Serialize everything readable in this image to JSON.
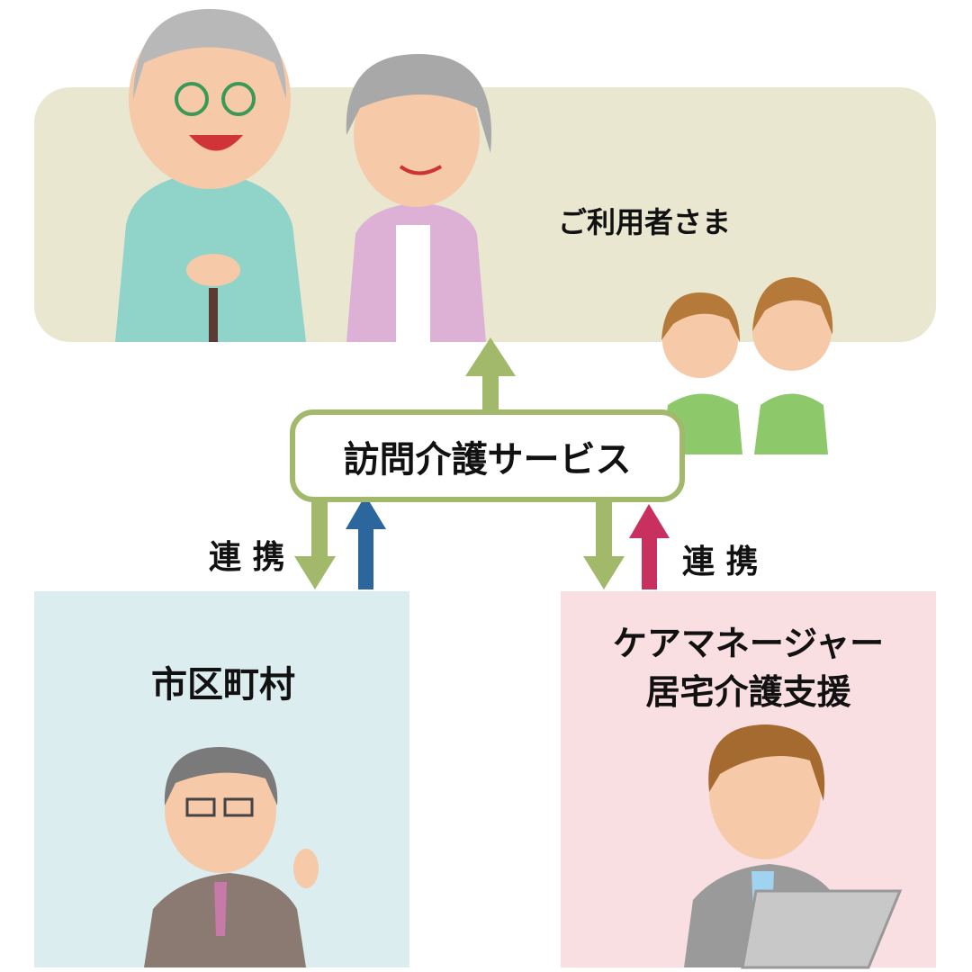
{
  "users_box": {
    "label": "ご利用者さま"
  },
  "service_box": {
    "label": "訪問介護サービス"
  },
  "link_label_left": "連 携",
  "link_label_right": "連 携",
  "municipality_box": {
    "label": "市区町村"
  },
  "care_manager_box": {
    "line1": "ケアマネージャー",
    "line2": "居宅介護支援"
  },
  "colors": {
    "users_bg": "#e9e7d0",
    "municipality_bg": "#dcedf0",
    "care_manager_bg": "#f9dfe2",
    "green_arrow": "#a2b96c",
    "blue_arrow": "#2b679c",
    "pink_arrow": "#c7305f"
  }
}
